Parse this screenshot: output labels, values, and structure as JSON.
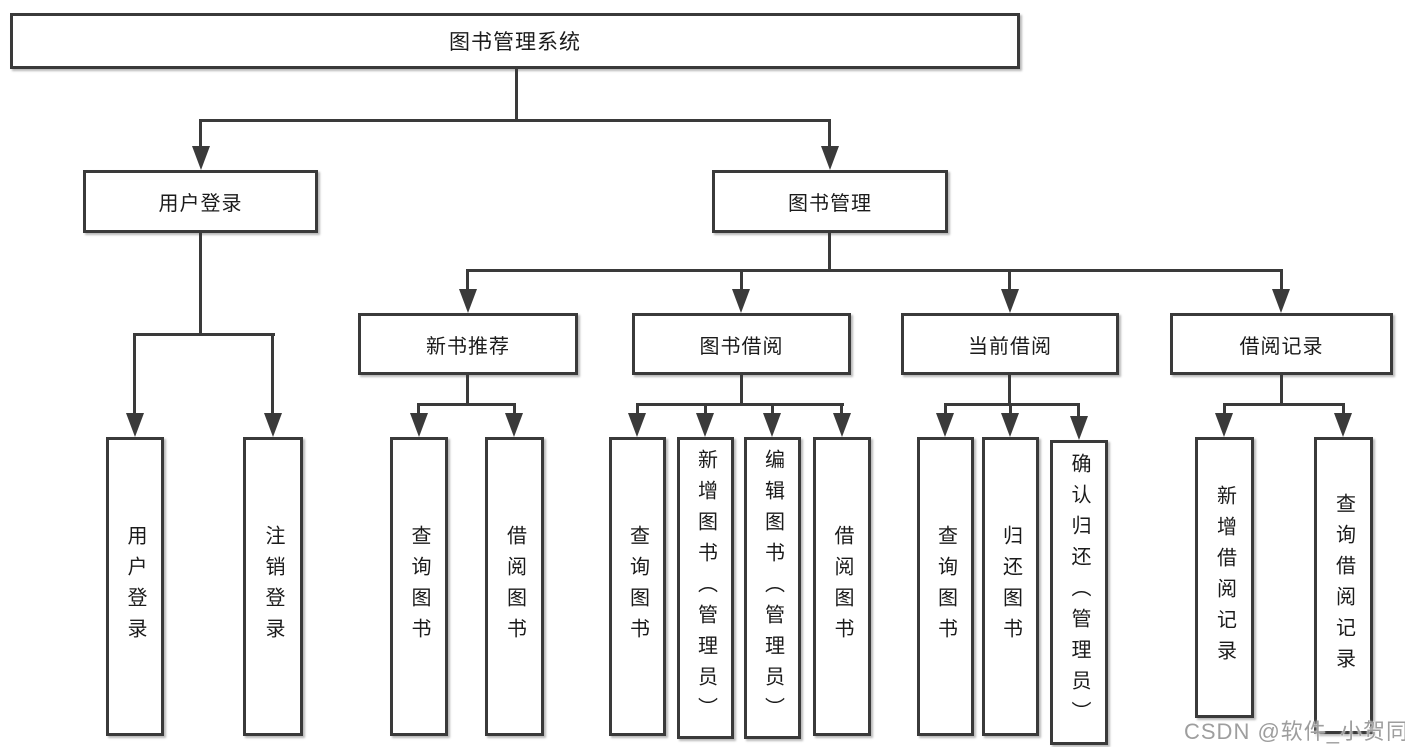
{
  "diagram": {
    "root": {
      "label": "图书管理系统"
    },
    "level2": [
      {
        "label": "用户登录",
        "children": [
          {
            "label": "用户登录"
          },
          {
            "label": "注销登录"
          }
        ]
      },
      {
        "label": "图书管理",
        "children": [
          {
            "label": "新书推荐",
            "children": [
              {
                "label": "查询图书"
              },
              {
                "label": "借阅图书"
              }
            ]
          },
          {
            "label": "图书借阅",
            "children": [
              {
                "label": "查询图书"
              },
              {
                "label": "新增图书（管理员）"
              },
              {
                "label": "编辑图书（管理员）"
              },
              {
                "label": "借阅图书"
              }
            ]
          },
          {
            "label": "当前借阅",
            "children": [
              {
                "label": "查询图书"
              },
              {
                "label": "归还图书"
              },
              {
                "label": "确认归还（管理员）"
              }
            ]
          },
          {
            "label": "借阅记录",
            "children": [
              {
                "label": "新增借阅记录"
              },
              {
                "label": "查询借阅记录"
              }
            ]
          }
        ]
      }
    ]
  },
  "watermark": {
    "text": "CSDN @软件_小贺同学"
  },
  "colors": {
    "line": "#3a3a3a",
    "box_border": "#3a3a3a",
    "text": "#1b1b1b",
    "watermark": "#9e9e9e",
    "background": "#ffffff"
  }
}
